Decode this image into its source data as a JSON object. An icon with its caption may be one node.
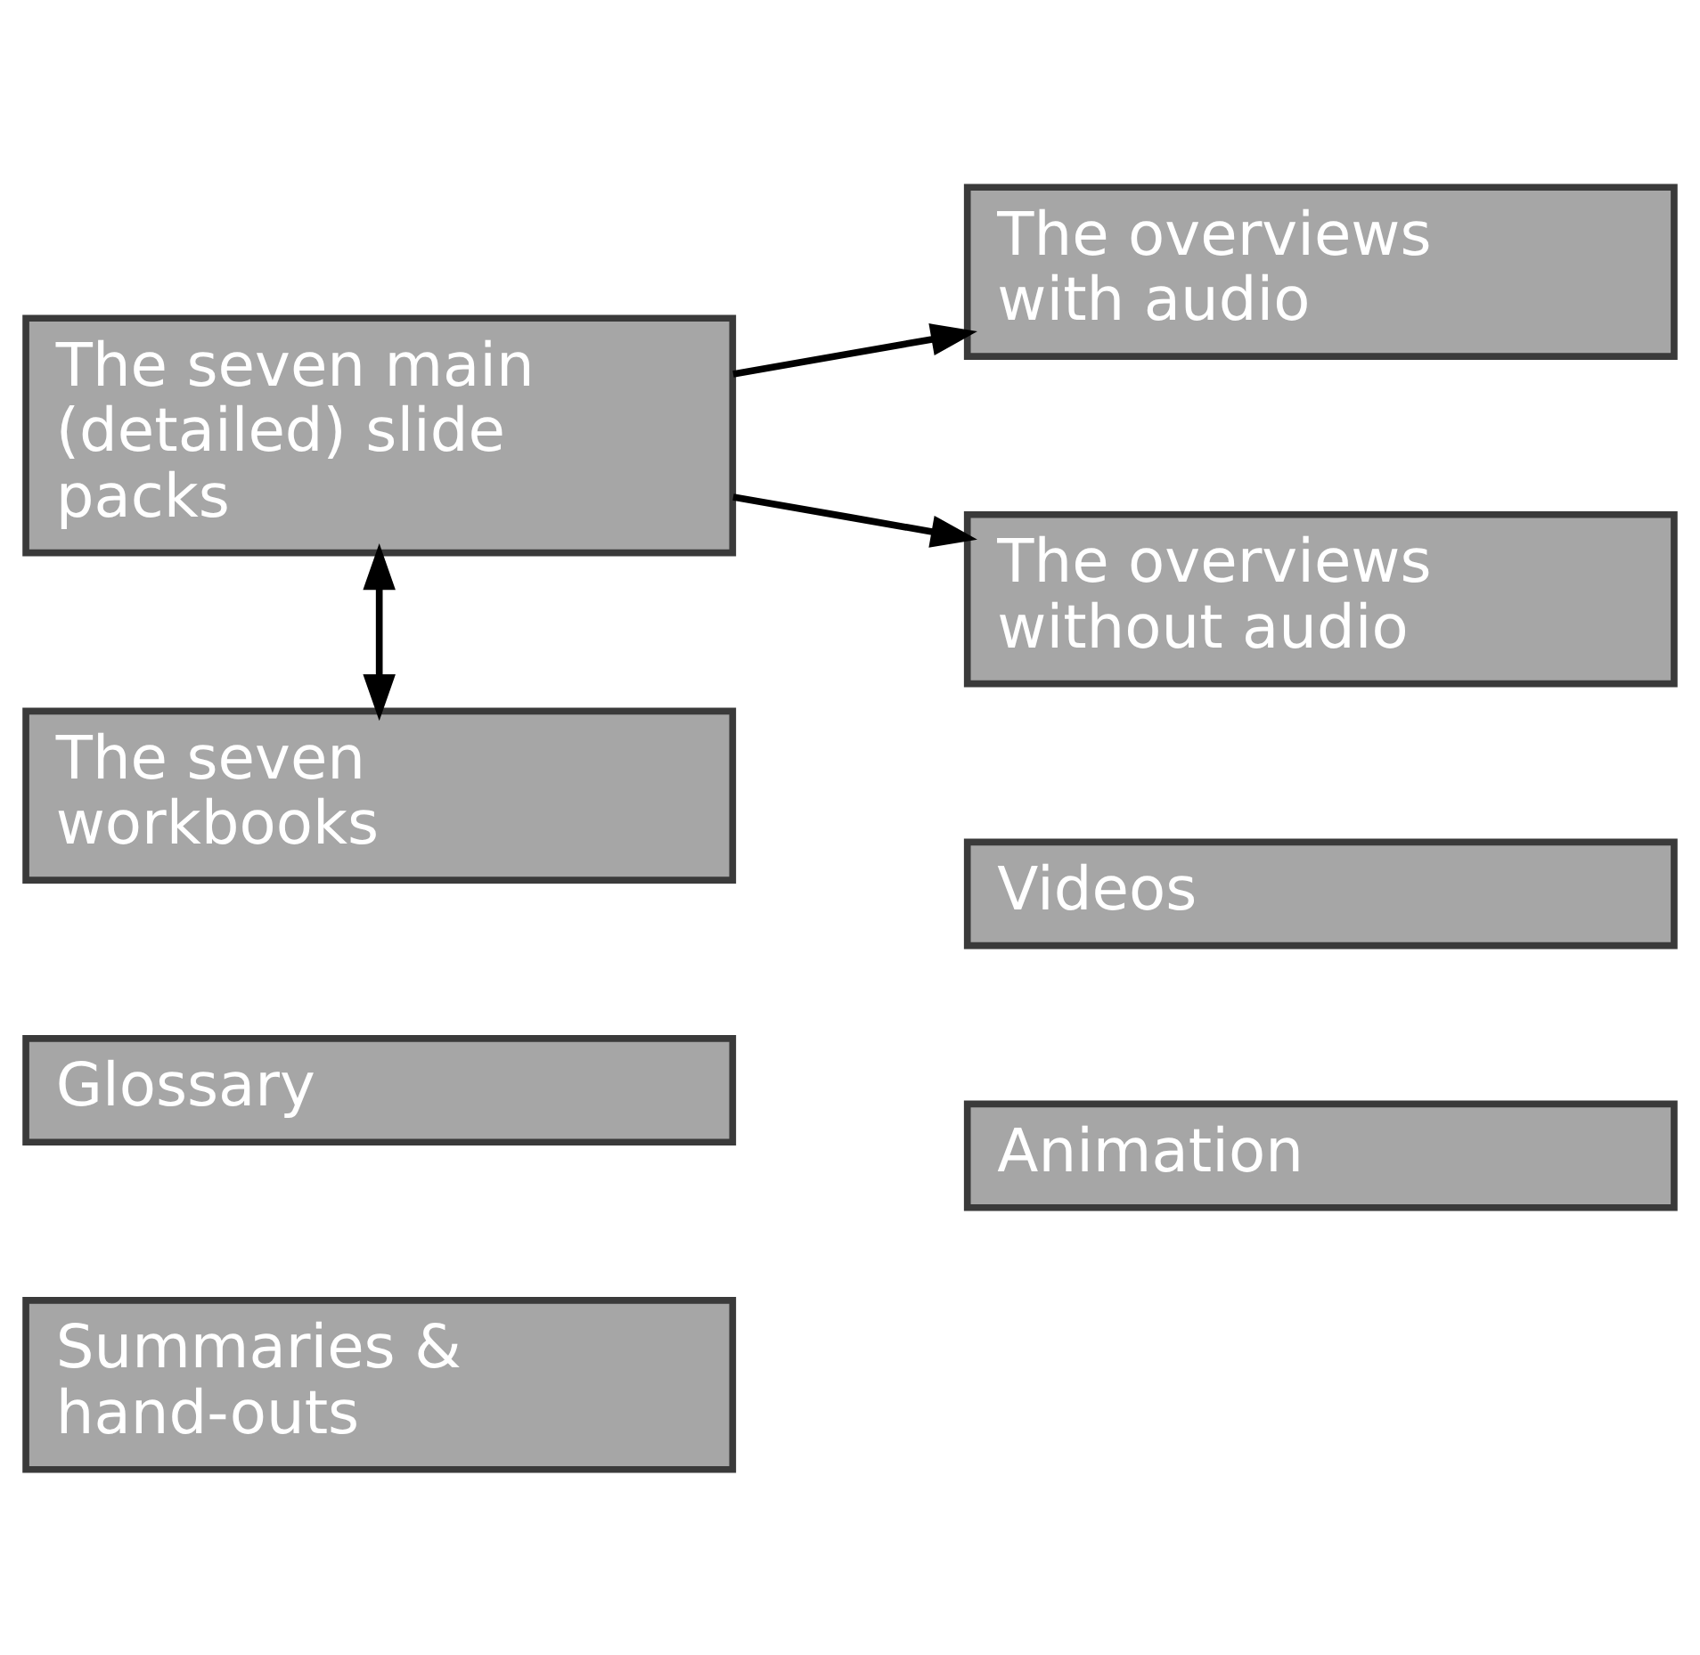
{
  "diagram": {
    "nodes": [
      {
        "text": [
          "The seven main (detailed) slide packs"
        ]
      },
      {
        "text": [
          "The overviews without audio"
        ]
      },
      {
        "text": [
          "The overviews with audio"
        ]
      },
      {
        "text": [
          "The seven workbooks"
        ]
      },
      {
        "text": [
          "Glossary"
        ]
      },
      {
        "text": [
          "Videos"
        ]
      },
      {
        "text": [
          "Summaries & hand-outs"
        ]
      },
      {
        "text": [
          "Animation"
        ]
      }
    ],
    "edges": [
      {
        "from": 0,
        "to": 1,
        "arrow": "to"
      },
      {
        "from": 0,
        "to": 2,
        "arrow": "to"
      },
      {
        "from": 0,
        "to": 3,
        "arrow": "both"
      }
    ]
  }
}
